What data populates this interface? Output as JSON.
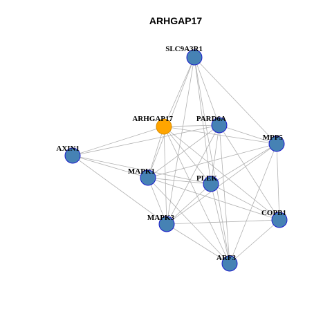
{
  "title": "ARHGAP17",
  "colors": {
    "node_fill": "#4682b4",
    "node_stroke": "#1a1acc",
    "highlight_fill": "#ffa500",
    "highlight_stroke": "#d98c00",
    "edge": "#b0b0b0"
  },
  "nodes": [
    {
      "id": "SLC9A3R1",
      "label": "SLC9A3R1",
      "highlight": false
    },
    {
      "id": "ARHGAP17",
      "label": "ARHGAP17",
      "highlight": true
    },
    {
      "id": "PARD6A",
      "label": "PARD6A",
      "highlight": false
    },
    {
      "id": "MPP5",
      "label": "MPP5",
      "highlight": false
    },
    {
      "id": "AXIN1",
      "label": "AXIN1",
      "highlight": false
    },
    {
      "id": "MAPK1",
      "label": "MAPK1",
      "highlight": false
    },
    {
      "id": "PLEK",
      "label": "PLEK",
      "highlight": false
    },
    {
      "id": "COPB1",
      "label": "COPB1",
      "highlight": false
    },
    {
      "id": "MAPK3",
      "label": "MAPK3",
      "highlight": false
    },
    {
      "id": "ARF3",
      "label": "ARF3",
      "highlight": false
    }
  ],
  "edges": [
    [
      "SLC9A3R1",
      "ARHGAP17"
    ],
    [
      "SLC9A3R1",
      "PARD6A"
    ],
    [
      "SLC9A3R1",
      "MPP5"
    ],
    [
      "SLC9A3R1",
      "MAPK1"
    ],
    [
      "SLC9A3R1",
      "PLEK"
    ],
    [
      "SLC9A3R1",
      "MAPK3"
    ],
    [
      "SLC9A3R1",
      "ARF3"
    ],
    [
      "ARHGAP17",
      "PARD6A"
    ],
    [
      "ARHGAP17",
      "MPP5"
    ],
    [
      "ARHGAP17",
      "AXIN1"
    ],
    [
      "ARHGAP17",
      "MAPK1"
    ],
    [
      "ARHGAP17",
      "PLEK"
    ],
    [
      "ARHGAP17",
      "COPB1"
    ],
    [
      "ARHGAP17",
      "MAPK3"
    ],
    [
      "ARHGAP17",
      "ARF3"
    ],
    [
      "PARD6A",
      "AXIN1"
    ],
    [
      "PARD6A",
      "MAPK1"
    ],
    [
      "PARD6A",
      "PLEK"
    ],
    [
      "PARD6A",
      "MPP5"
    ],
    [
      "PARD6A",
      "COPB1"
    ],
    [
      "PARD6A",
      "MAPK3"
    ],
    [
      "PARD6A",
      "ARF3"
    ],
    [
      "MPP5",
      "MAPK1"
    ],
    [
      "MPP5",
      "PLEK"
    ],
    [
      "MPP5",
      "COPB1"
    ],
    [
      "MPP5",
      "MAPK3"
    ],
    [
      "MPP5",
      "ARF3"
    ],
    [
      "AXIN1",
      "MAPK1"
    ],
    [
      "AXIN1",
      "PLEK"
    ],
    [
      "AXIN1",
      "MAPK3"
    ],
    [
      "MAPK1",
      "PLEK"
    ],
    [
      "MAPK1",
      "COPB1"
    ],
    [
      "MAPK1",
      "MAPK3"
    ],
    [
      "MAPK1",
      "ARF3"
    ],
    [
      "PLEK",
      "COPB1"
    ],
    [
      "PLEK",
      "MAPK3"
    ],
    [
      "PLEK",
      "ARF3"
    ],
    [
      "MAPK3",
      "COPB1"
    ],
    [
      "MAPK3",
      "ARF3"
    ],
    [
      "COPB1",
      "ARF3"
    ]
  ]
}
